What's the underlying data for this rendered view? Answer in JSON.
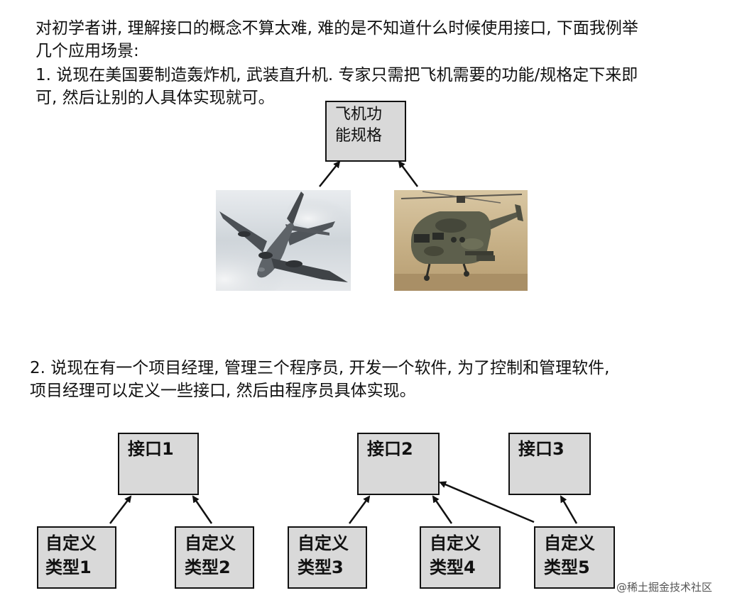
{
  "intro": {
    "line1": "对初学者讲, 理解接口的概念不算太难, 难的是不知道什么时候使用接口, 下面我例举",
    "line2": "几个应用场景:"
  },
  "scenario1": {
    "line1": "1. 说现在美国要制造轰炸机, 武装直升机. 专家只需把飞机需要的功能/规格定下来即",
    "line2": "可, 然后让别的人具体实现就可。"
  },
  "spec_box": {
    "line1": "飞机功",
    "line2": "能规格"
  },
  "scenario2": {
    "line1": "2. 说现在有一个项目经理, 管理三个程序员, 开发一个软件, 为了控制和管理软件,",
    "line2": "项目经理可以定义一些接口, 然后由程序员具体实现。"
  },
  "interfaces": [
    "接口1",
    "接口2",
    "接口3"
  ],
  "types": [
    {
      "line1": "自定义",
      "line2": "类型1"
    },
    {
      "line1": "自定义",
      "line2": "类型2"
    },
    {
      "line1": "自定义",
      "line2": "类型3"
    },
    {
      "line1": "自定义",
      "line2": "类型4"
    },
    {
      "line1": "自定义",
      "line2": "类型5"
    }
  ],
  "watermark": "@稀土掘金技术社区",
  "colors": {
    "box_fill": "#d9d9d9",
    "stroke": "#111111"
  }
}
